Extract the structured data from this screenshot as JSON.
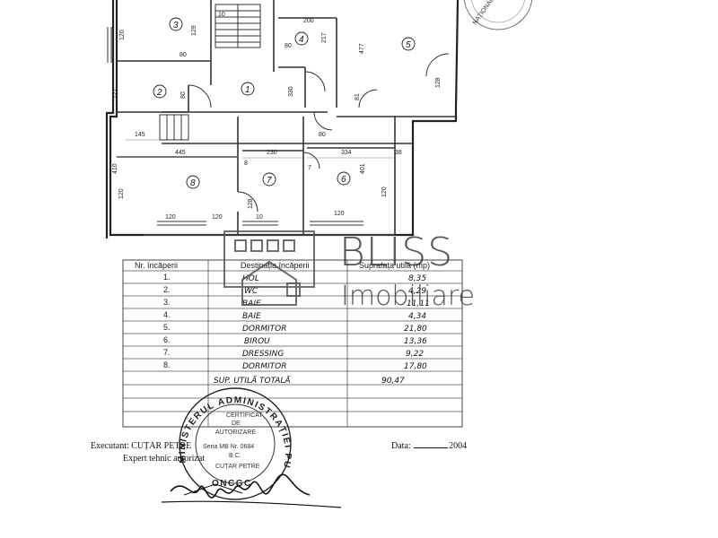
{
  "floorplan": {
    "dimensions": [
      "120",
      "10",
      "200",
      "477",
      "129",
      "80",
      "80",
      "217",
      "127",
      "80",
      "330",
      "81",
      "128",
      "145",
      "80",
      "445",
      "230",
      "334",
      "8",
      "7",
      "410",
      "401",
      "38",
      "120",
      "128",
      "120",
      "120",
      "120",
      "10",
      "120"
    ],
    "room_numbers": [
      "1",
      "2",
      "3",
      "4",
      "5",
      "6",
      "7",
      "8"
    ]
  },
  "table": {
    "headers": [
      "Nr. încăperii",
      "Destinația încăperii",
      "Suprafața utilă (mp)"
    ],
    "rows": [
      {
        "nr": "1.",
        "dest": "HOL",
        "sup": "8,35"
      },
      {
        "nr": "2.",
        "dest": "WC",
        "sup": "4,29"
      },
      {
        "nr": "3.",
        "dest": "BAIE",
        "sup": "11,11"
      },
      {
        "nr": "4.",
        "dest": "BAIE",
        "sup": "4,34"
      },
      {
        "nr": "5.",
        "dest": "DORMITOR",
        "sup": "21,80"
      },
      {
        "nr": "6.",
        "dest": "BIROU",
        "sup": "13,36"
      },
      {
        "nr": "7.",
        "dest": "DRESSING",
        "sup": "9,22"
      },
      {
        "nr": "8.",
        "dest": "DORMITOR",
        "sup": "17,80"
      }
    ],
    "total_label": "SUP. UTILĂ TOTALĂ",
    "total_value": "90,47"
  },
  "watermark": {
    "line1": "BLISS",
    "line2": "Imobiliare"
  },
  "stamp": {
    "ring": "MINISTERUL ADMINISTRAȚIEI PUBLICE",
    "bottom": "ONCGC",
    "lines": [
      "CERTIFICAT",
      "DE",
      "AUTORIZARE",
      "Seria MB Nr. 0684",
      "B.C.",
      "CUȚAR PETRE"
    ]
  },
  "corner_stamp": "NAȚIONALA DE CADASTRU",
  "footer": {
    "executant_label": "Executant:",
    "executant_name": "CUȚAR PETRE",
    "expert_line": "Expert tehnic autorizat",
    "date_label": "Data:",
    "date_year": "2004"
  }
}
